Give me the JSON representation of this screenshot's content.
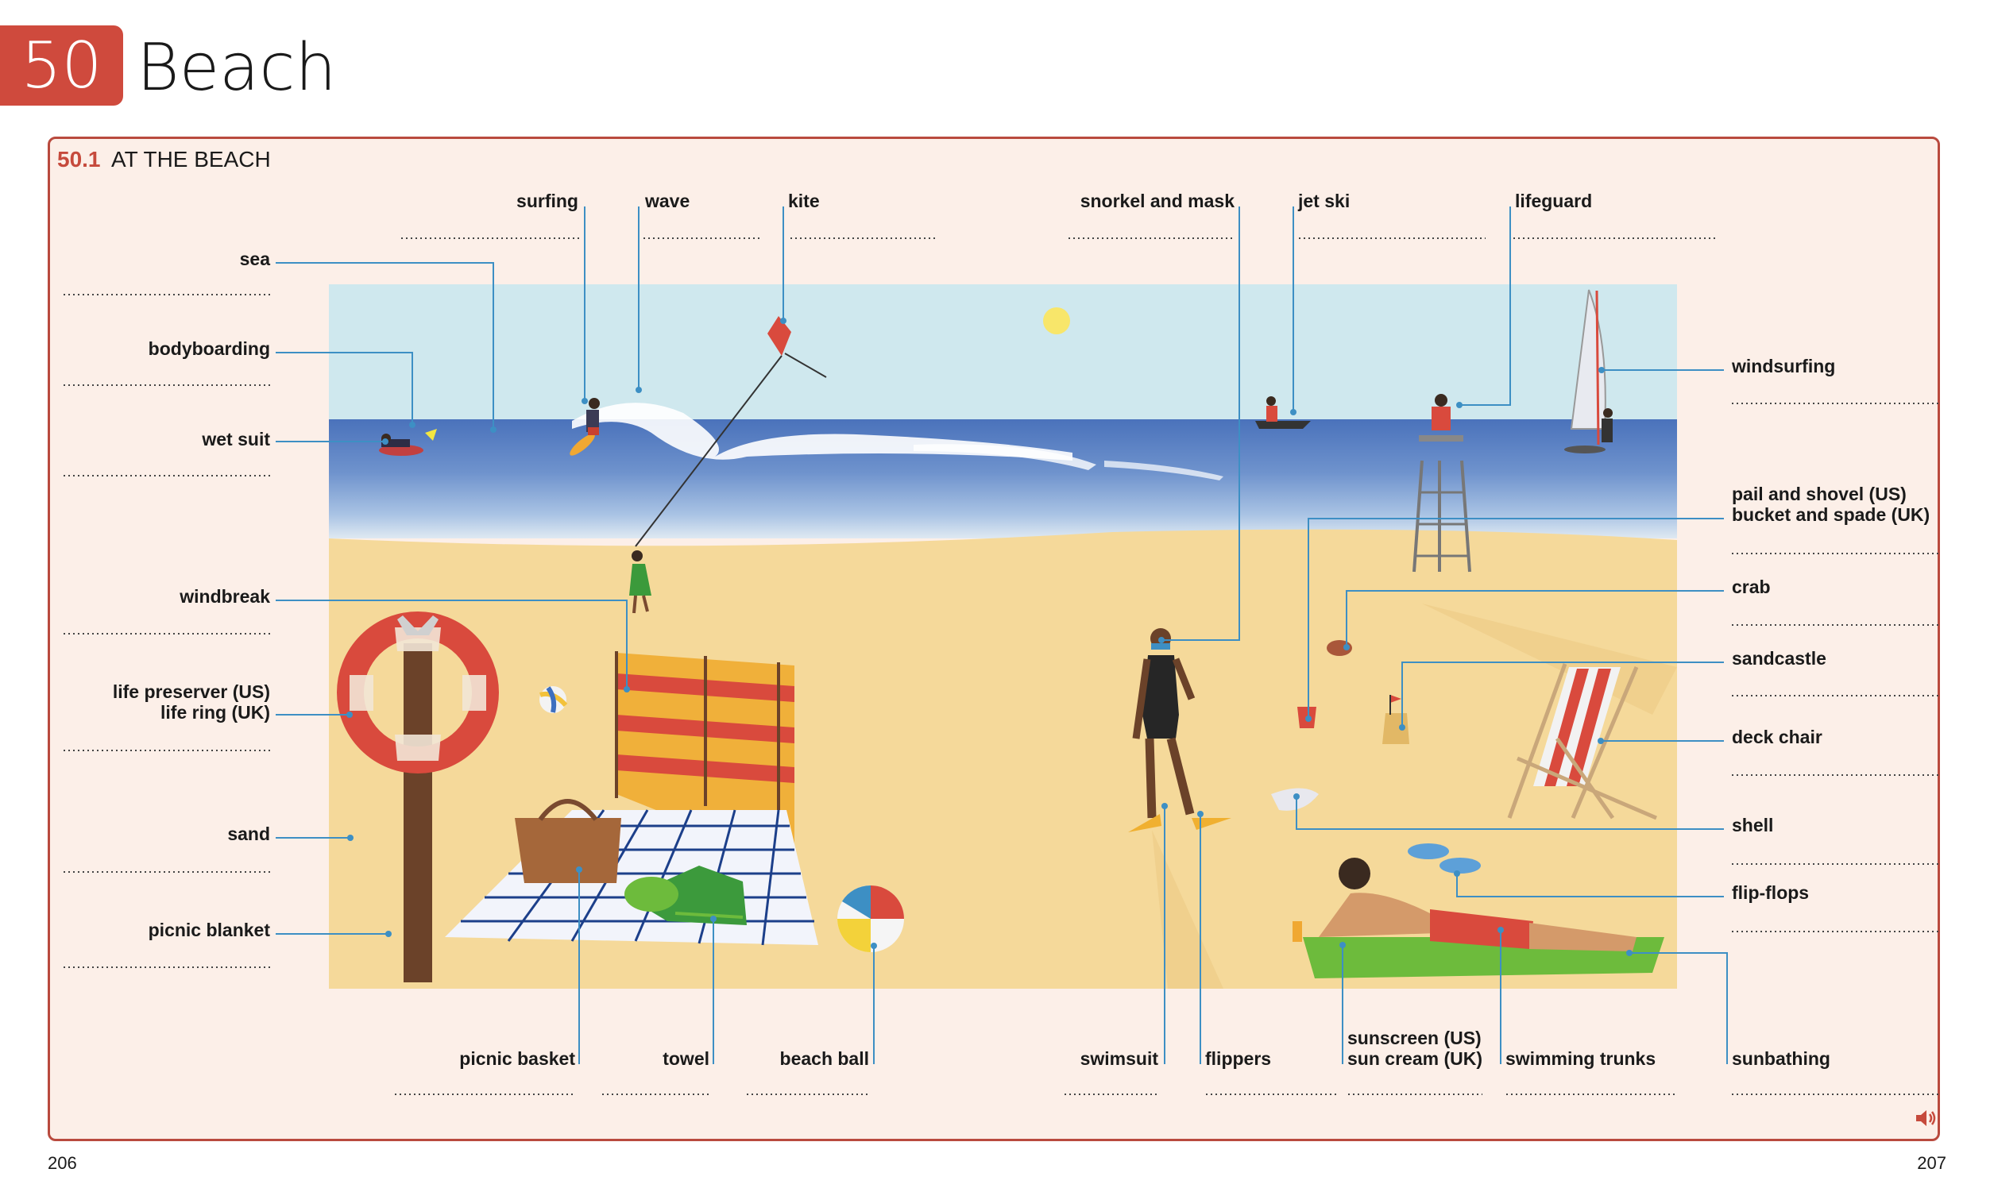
{
  "unit": {
    "number": "50",
    "title": "Beach"
  },
  "section": {
    "number": "50.1",
    "title": "AT THE BEACH"
  },
  "labels": {
    "surfing": "surfing",
    "wave": "wave",
    "kite": "kite",
    "snorkel_and_mask": "snorkel and mask",
    "jet_ski": "jet ski",
    "lifeguard": "lifeguard",
    "sea": "sea",
    "bodyboarding": "bodyboarding",
    "wet_suit": "wet suit",
    "windbreak": "windbreak",
    "life_preserver_us": "life preserver (US)",
    "life_ring_uk": "life ring (UK)",
    "sand": "sand",
    "picnic_blanket": "picnic blanket",
    "windsurfing": "windsurfing",
    "pail_and_shovel_us": "pail and shovel (US)",
    "bucket_and_spade_uk": "bucket and spade (UK)",
    "crab": "crab",
    "sandcastle": "sandcastle",
    "deck_chair": "deck chair",
    "shell": "shell",
    "flip_flops": "flip-flops",
    "picnic_basket": "picnic basket",
    "towel": "towel",
    "beach_ball": "beach ball",
    "swimsuit": "swimsuit",
    "flippers": "flippers",
    "sunscreen_us": "sunscreen (US)",
    "sun_cream_uk": "sun cream (UK)",
    "swimming_trunks": "swimming trunks",
    "sunbathing": "sunbathing"
  },
  "pages": {
    "left": "206",
    "right": "207"
  },
  "icons": {
    "audio": "speaker-icon"
  },
  "colors": {
    "accent": "#cf4a3d",
    "panel": "#fcefe8",
    "leader": "#3d8fc4",
    "sand": "#f5d99a",
    "sky": "#cfe8ee",
    "sea": "#4f7fc2"
  }
}
